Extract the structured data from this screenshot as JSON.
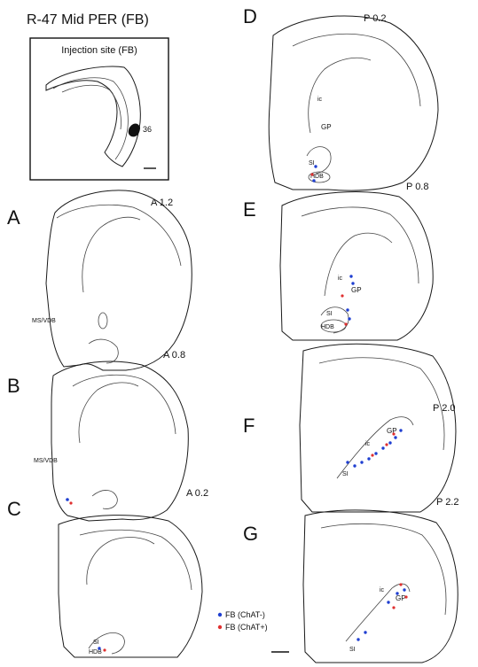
{
  "figure": {
    "title": "R-47  Mid PER (FB)",
    "inset": {
      "label": "Injection site (FB)",
      "area_label": "36"
    },
    "colors": {
      "fb_chat_neg": "#1f3fd1",
      "fb_chat_pos": "#e03030"
    },
    "legend": {
      "items": [
        {
          "symbol": "blue-dot",
          "label": "FB (ChAT-)"
        },
        {
          "symbol": "red-dot",
          "label": "FB (ChAT+)"
        }
      ]
    },
    "panels": [
      {
        "letter": "A",
        "level": "A 1.2",
        "regions": [
          "MS/VDB"
        ]
      },
      {
        "letter": "B",
        "level": "A 0.8",
        "regions": [
          "MS/VDB"
        ]
      },
      {
        "letter": "C",
        "level": "A 0.2",
        "regions": [
          "SI",
          "HDB"
        ]
      },
      {
        "letter": "D",
        "level": "P 0.2",
        "regions": [
          "ic",
          "GP",
          "SI",
          "HDB"
        ]
      },
      {
        "letter": "E",
        "level": "P 0.8",
        "regions": [
          "ic",
          "GP",
          "SI",
          "HDB"
        ]
      },
      {
        "letter": "F",
        "level": "P 2.0",
        "regions": [
          "GP",
          "ic",
          "SI"
        ]
      },
      {
        "letter": "G",
        "level": "P 2.2",
        "regions": [
          "ic",
          "GP",
          "SI"
        ]
      }
    ]
  }
}
